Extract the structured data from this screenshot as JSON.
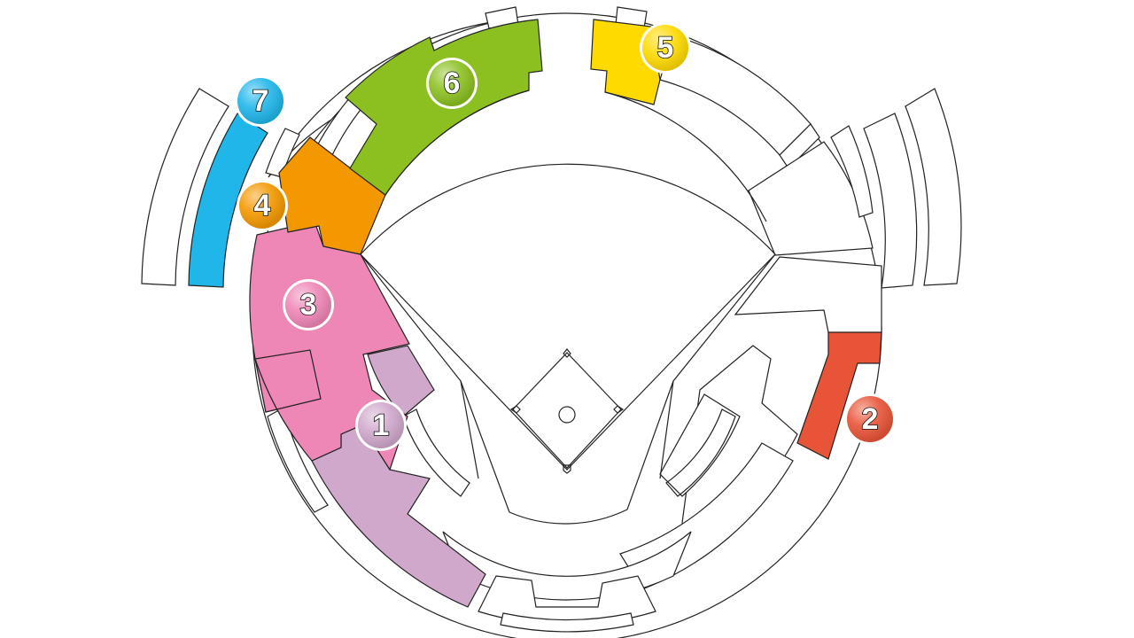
{
  "zones": [
    {
      "id": "1",
      "color": "#D0A8CC"
    },
    {
      "id": "2",
      "color": "#E85438"
    },
    {
      "id": "3",
      "color": "#EE86B6"
    },
    {
      "id": "4",
      "color": "#F39800"
    },
    {
      "id": "5",
      "color": "#FFDA00"
    },
    {
      "id": "6",
      "color": "#8CC021"
    },
    {
      "id": "7",
      "color": "#20B6EA"
    }
  ]
}
